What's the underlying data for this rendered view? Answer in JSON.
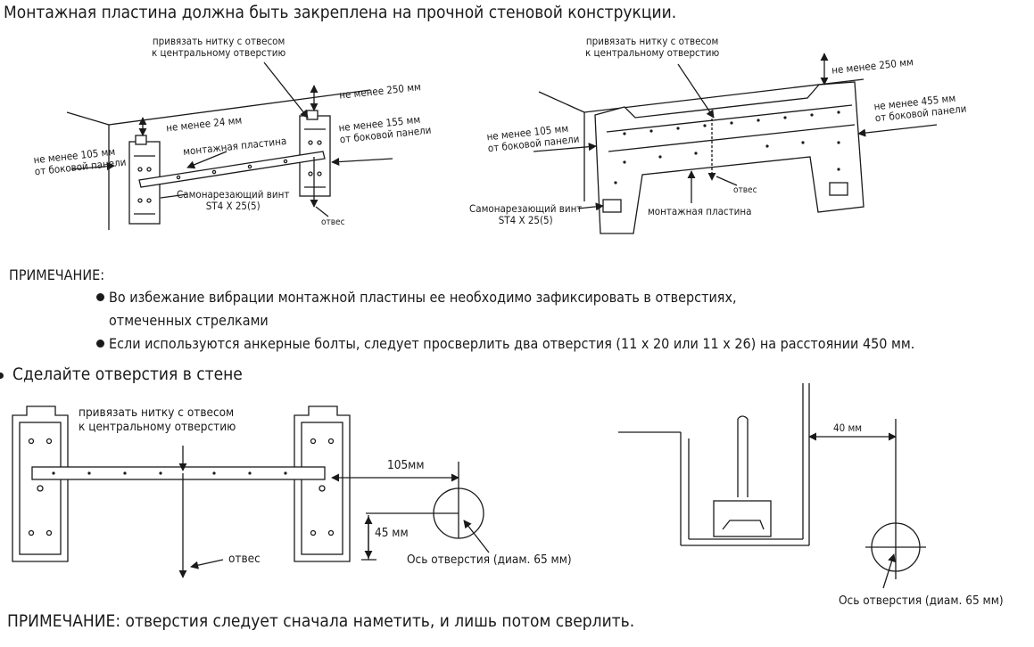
{
  "heading": "Монтажная пластина должна быть закреплена на прочной стеновой конструкции.",
  "fig1": {
    "plumb_top_1": "привязать нитку с отвесом",
    "plumb_top_2": "к центральному отверстию",
    "min250": "не менее 250 мм",
    "min24": "не менее 24 мм",
    "min155_1": "не менее 155 мм",
    "min155_2": "от боковой панели",
    "min105_1": "не менее 105 мм",
    "min105_2": "от боковой панели",
    "plate": "монтажная пластина",
    "screw_1": "Самонарезающий винт",
    "screw_2": "ST4 X 25(5)",
    "plumb": "отвес"
  },
  "fig2": {
    "plumb_top_1": "привязать нитку с отвесом",
    "plumb_top_2": "к центральному отверстию",
    "min250": "не менее 250 мм",
    "min455_1": "не менее 455 мм",
    "min455_2": "от боковой панели",
    "min105_1": "не менее 105 мм",
    "min105_2": "от боковой панели",
    "plumb": "отвес",
    "screw_1": "Самонарезающий винт",
    "screw_2": "ST4 X 25(5)",
    "plate": "монтажная пластина"
  },
  "note1": {
    "title": "ПРИМЕЧАНИЕ:",
    "item1_line1": "Во избежание вибрации монтажной пластины ее необходимо зафиксировать в отверстиях,",
    "item1_line2": "отмеченных стрелками",
    "item2": "Если используются анкерные болты, следует просверлить два отверстия (11 х 20 или 11 х 26) на расстоянии 450 мм."
  },
  "section": "Сделайте отверстия в стене",
  "fig3": {
    "plumb_top_1": "привязать нитку с отвесом",
    "plumb_top_2": "к центральному отверстию",
    "dim105": "105мм",
    "dim45": "45 мм",
    "plumb": "отвес",
    "hole_axis": "Ось отверстия (диам. 65 мм)"
  },
  "fig4": {
    "dim40": "40 мм",
    "hole_axis": "Ось отверстия (диам. 65 мм)"
  },
  "note2": "ПРИМЕЧАНИЕ: отверстия следует сначала наметить, и лишь потом сверлить."
}
